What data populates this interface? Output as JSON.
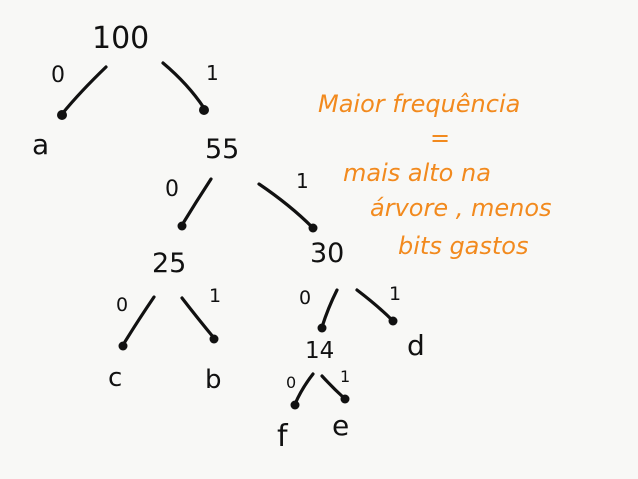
{
  "tree": {
    "root": "100",
    "internal_nodes": [
      "55",
      "25",
      "30",
      "14"
    ],
    "leaves": [
      "a",
      "b",
      "c",
      "d",
      "e",
      "f"
    ],
    "edge_labels": {
      "root_left": "0",
      "root_right": "1",
      "n55_left": "0",
      "n55_right": "1",
      "n25_left": "0",
      "n25_right": "1",
      "n30_left": "0",
      "n30_right": "1",
      "n14_left": "0",
      "n14_right": "1"
    }
  },
  "note": {
    "line1": "Maior frequência",
    "line2": "=",
    "line3": "mais alto na",
    "line4": "árvore , menos",
    "line5": "bits gastos"
  },
  "colors": {
    "ink": "#111111",
    "note": "#f28a1e",
    "paper": "#f8f8f6"
  }
}
